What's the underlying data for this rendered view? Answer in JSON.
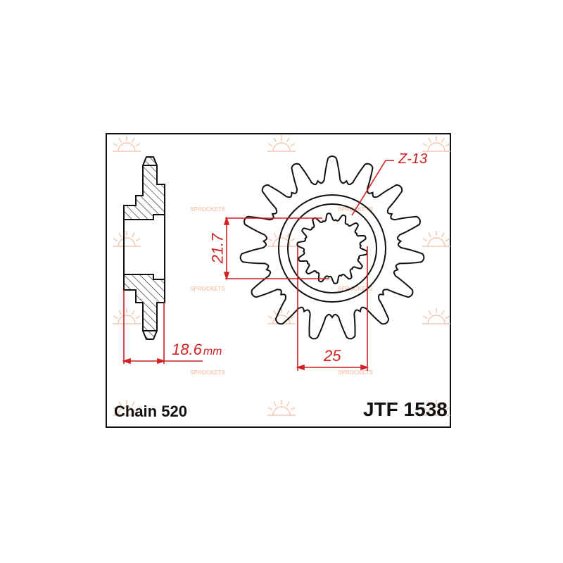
{
  "drawing": {
    "chain_label": "Chain 520",
    "part_number": "JTF 1538",
    "teeth_label": "Z-13",
    "bore_dimension": "21.7",
    "spline_dimension": "25",
    "offset_dimension": "18.6",
    "offset_unit": "mm",
    "watermark_text": "SPROCKETS",
    "line_color": "#111111",
    "dimension_color": "#d02020",
    "watermark_color": "#f3c9b3"
  }
}
